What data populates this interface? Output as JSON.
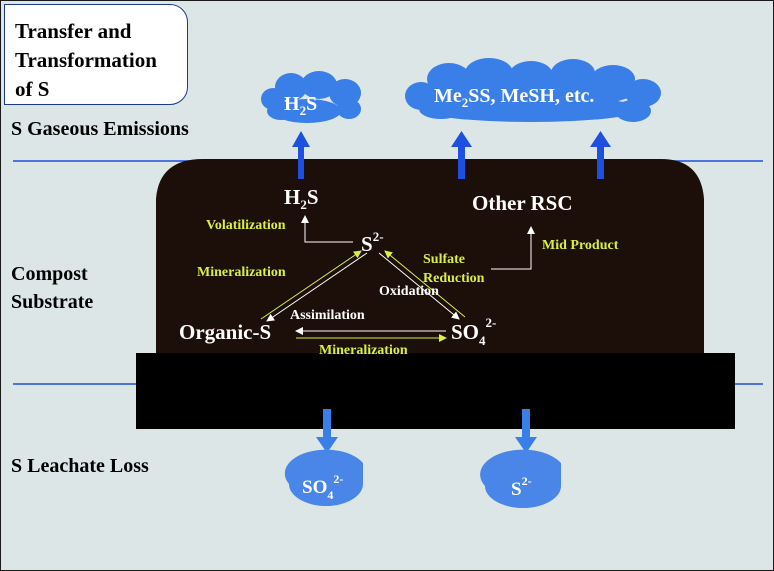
{
  "title": "Transfer and Transformation of S",
  "title_lines": [
    "Transfer and",
    "Transformation",
    "of S"
  ],
  "zones": {
    "gaseous": "S Gaseous Emissions",
    "compost_line1": "Compost",
    "compost_line2": "Substrate",
    "leachate": "S Leachate Loss"
  },
  "clouds": {
    "h2s": {
      "base": "H",
      "sub": "2",
      "rest": "S"
    },
    "rsc": {
      "pre": "Me",
      "sub": "2",
      "rest": "SS, MeSH, etc."
    }
  },
  "compost": {
    "h2s": {
      "base": "H",
      "sub": "2",
      "rest": "S"
    },
    "other_rsc": "Other RSC",
    "s2": {
      "base": "S",
      "sup": "2-"
    },
    "organic_s": "Organic-S",
    "so4": {
      "base": "SO",
      "sub": "4",
      "sup": "2-"
    }
  },
  "processes": {
    "volatilization": "Volatilization",
    "mineralization_left": "Mineralization",
    "assimilation": "Assimilation",
    "oxidation": "Oxidation",
    "sulfate": "Sulfate",
    "reduction": "Reduction",
    "mid_product": "Mid Product",
    "mineralization_bottom": "Mineralization"
  },
  "drops": {
    "so4": {
      "base": "SO",
      "sub": "4",
      "sup": "2-"
    },
    "s2": {
      "base": "S",
      "sup": "2-"
    }
  },
  "colors": {
    "background": "#dde6e6",
    "compost": "#1c0e08",
    "soil_bar": "#000000",
    "arrow_blue": "#1d4fe0",
    "cloud_blue": "#3a7fe8",
    "drop_blue": "#4a86e8",
    "process_label": "#d6f043",
    "zone_line": "#1d4fe0"
  }
}
